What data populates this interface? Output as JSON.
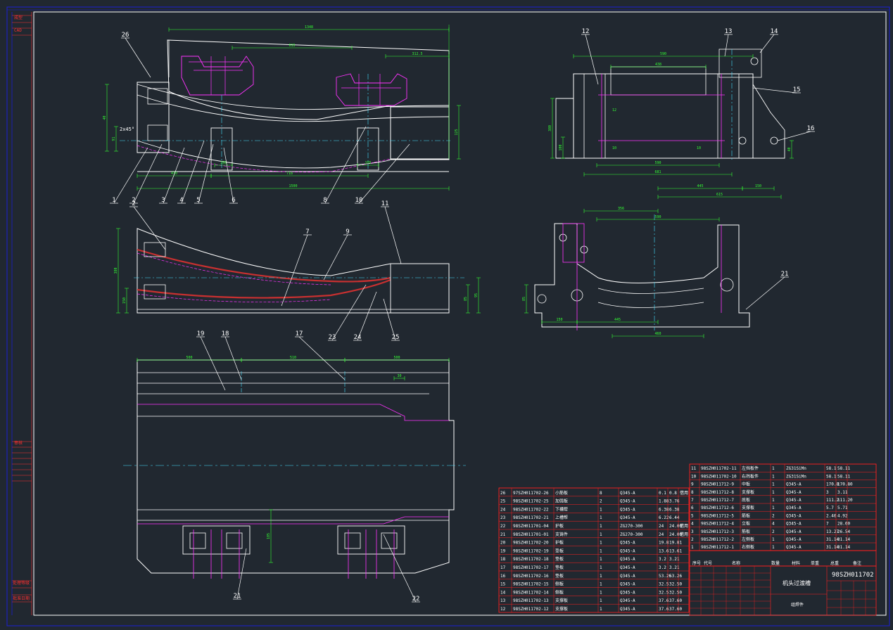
{
  "colors": {
    "background": "#212830",
    "outline": "#ffffff",
    "frame": "#1b1fd6",
    "dimension": "#33ff33",
    "hidden": "#ff33ff",
    "center": "#44e0ff",
    "table_line": "#ff2020",
    "weld": "#c83030"
  },
  "title_block": {
    "drawing_no": "98SZH011702",
    "part_name": "机头过渡槽",
    "subtitle": "组焊件"
  },
  "left_strip": {
    "top_labels": [
      "成型",
      "CAD"
    ],
    "bottom_labels": [
      "审核",
      "处理等级",
      "批准日期"
    ]
  },
  "view1": {
    "dims": [
      "1348",
      "11",
      "615",
      "312.5",
      "410",
      "718",
      "1500",
      "105",
      "105",
      "2x45°",
      "40",
      "410",
      "91",
      "125",
      "15"
    ],
    "callouts": [
      "26",
      "1",
      "2",
      "3",
      "4",
      "5",
      "6",
      "8",
      "10",
      "11"
    ]
  },
  "view2": {
    "dims": [
      "380",
      "150",
      "85",
      "95"
    ],
    "callouts": [
      "7",
      "9",
      "23",
      "24",
      "25"
    ]
  },
  "view3": {
    "dims": [
      "500",
      "510",
      "500",
      "30",
      "185"
    ],
    "callouts": [
      "19",
      "18",
      "17",
      "21",
      "22"
    ]
  },
  "view4": {
    "dims": [
      "590",
      "438",
      "380",
      "100",
      "590",
      "681",
      "445",
      "615",
      "150",
      "40",
      "12",
      "10",
      "10"
    ],
    "callouts": [
      "12",
      "13",
      "14",
      "15",
      "16"
    ]
  },
  "view5": {
    "dims": [
      "356",
      "590",
      "85",
      "150",
      "445",
      "460"
    ],
    "callouts": [
      "21"
    ]
  },
  "bom_left": [
    [
      "26",
      "97SZH011702-26",
      "小筋板",
      "8",
      "Q345-A",
      "0.1",
      "0.8",
      "借用"
    ],
    [
      "25",
      "98SZH011702-25",
      "加强板",
      "2",
      "Q345-A",
      "1.88",
      "3.76",
      ""
    ],
    [
      "24",
      "98SZH011702-22",
      "下槽帮",
      "1",
      "Q345-A",
      "6.38",
      "6.38",
      ""
    ],
    [
      "23",
      "98SZH011702-21",
      "上槽帮",
      "1",
      "Q345-A",
      "6.22",
      "6.44",
      ""
    ],
    [
      "22",
      "98SZH011701-04",
      "护板",
      "1",
      "ZG270-300",
      "24",
      "24.00",
      "借用"
    ],
    [
      "21",
      "98SZH011701-01",
      "支铸件",
      "1",
      "ZG270-300",
      "24",
      "24.00",
      "借用"
    ],
    [
      "20",
      "98SZH011702-20",
      "护板",
      "1",
      "Q345-A",
      "19.8",
      "19.81",
      ""
    ],
    [
      "19",
      "98SZH011702-19",
      "垫板",
      "1",
      "Q345-A",
      "13.6",
      "13.61",
      ""
    ],
    [
      "18",
      "98SZH011702-18",
      "垫板",
      "1",
      "Q345-A",
      "3.2",
      "3.21",
      ""
    ],
    [
      "17",
      "98SZH011702-17",
      "垫板",
      "1",
      "Q345-A",
      "3.2",
      "3.21",
      ""
    ],
    [
      "16",
      "98SZH011702-16",
      "垫板",
      "1",
      "Q345-A",
      "53.26",
      "53.26",
      ""
    ],
    [
      "15",
      "98SZH011702-15",
      "侧板",
      "1",
      "Q345-A",
      "32.5",
      "32.50",
      ""
    ],
    [
      "14",
      "98SZH011702-14",
      "侧板",
      "1",
      "Q345-A",
      "32.5",
      "32.50",
      ""
    ],
    [
      "13",
      "98SZH011702-13",
      "支撑板",
      "1",
      "Q345-A",
      "37.6",
      "37.60",
      ""
    ],
    [
      "12",
      "98SZH011702-12",
      "支撑板",
      "1",
      "Q345-A",
      "37.6",
      "37.60",
      ""
    ]
  ],
  "bom_right": [
    [
      "11",
      "98SZH011702-11",
      "左挡板件",
      "1",
      "ZG31SiMn",
      "58.1",
      "58.11"
    ],
    [
      "10",
      "98SZH011702-10",
      "右挡板件",
      "1",
      "ZG31SiMn",
      "58.1",
      "58.11"
    ],
    [
      "9",
      "98SZH011712-9",
      "中板",
      "1",
      "Q345-A",
      "170.8",
      "170.80"
    ],
    [
      "8",
      "98SZH011712-8",
      "支撑板",
      "1",
      "Q345-A",
      "3",
      "3.11"
    ],
    [
      "7",
      "98SZH011712-7",
      "底板",
      "1",
      "Q345-A",
      "111.2",
      "111.20"
    ],
    [
      "6",
      "98SZH011712-6",
      "支撑板",
      "1",
      "Q345-A",
      "5.7",
      "5.71"
    ],
    [
      "5",
      "98SZH011712-5",
      "筋板",
      "2",
      "Q345-A",
      "2.46",
      "4.92"
    ],
    [
      "4",
      "98SZH011712-4",
      "立板",
      "4",
      "Q345-A",
      "7",
      "28.00"
    ],
    [
      "3",
      "98SZH011712-3",
      "筋板",
      "2",
      "Q345-A",
      "13.27",
      "26.54"
    ],
    [
      "2",
      "98SZH011712-2",
      "左侧板",
      "1",
      "Q345-A",
      "31.14",
      "31.14"
    ],
    [
      "1",
      "98SZH011712-1",
      "右侧板",
      "1",
      "Q345-A",
      "31.14",
      "31.14"
    ]
  ],
  "bom_header": [
    "序号",
    "代号",
    "名称",
    "数量",
    "材料",
    "单重",
    "总重",
    "备注"
  ]
}
